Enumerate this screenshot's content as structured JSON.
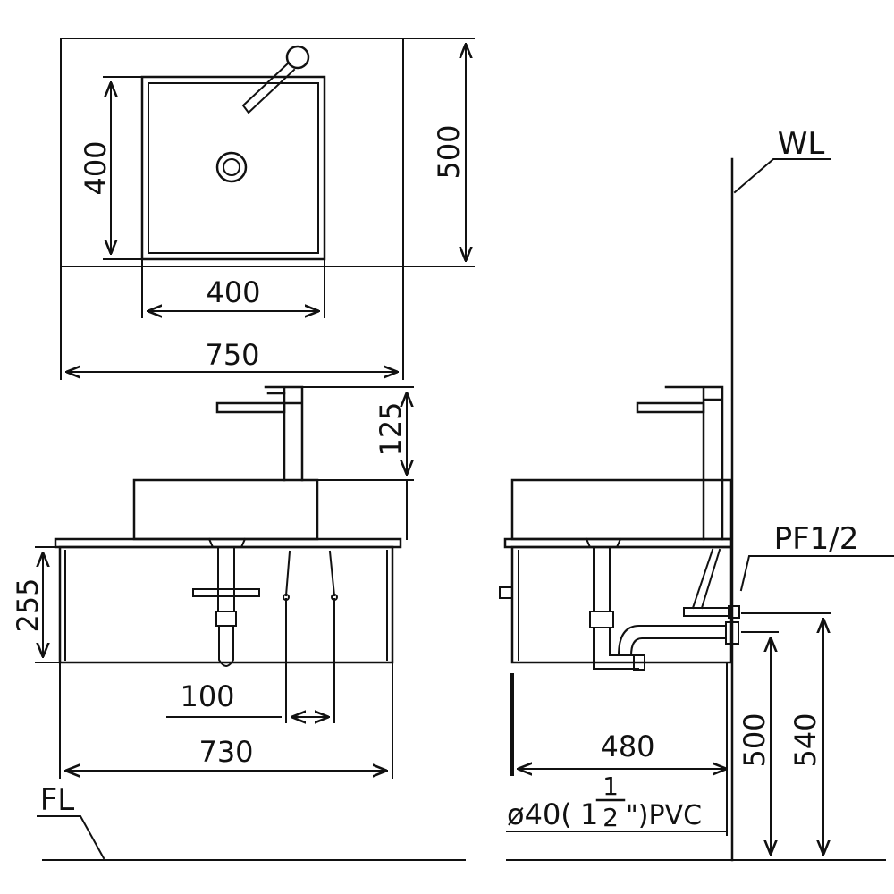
{
  "top_view": {
    "basin_height_label": "400",
    "counter_depth_label": "500",
    "basin_width_label": "400",
    "counter_width_label": "750"
  },
  "front_view": {
    "faucet_height_label": "125",
    "cabinet_height_label": "255",
    "drain_offset_label": "100",
    "cabinet_width_label": "730"
  },
  "side_view": {
    "wall_line_label": "WL",
    "supply_label": "PF1/2",
    "cabinet_depth_label": "480",
    "drain_spec": {
      "prefix": "ø40(",
      "whole": "1",
      "numerator": "1",
      "denominator": "2",
      "suffix": "\")PVC"
    },
    "drain_height_label": "500",
    "supply_height_label": "540"
  },
  "floor_line_label": "FL"
}
